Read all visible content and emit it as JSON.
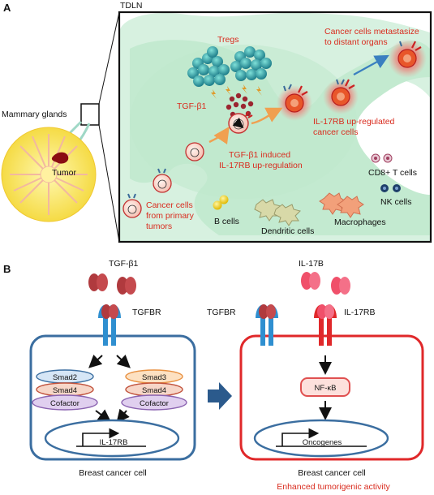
{
  "panel_a": {
    "letter": "A",
    "tdln": "TDLN",
    "mammary_glands": "Mammary glands",
    "tumor": "Tumor",
    "tregs": "Tregs",
    "tgf_b1": "TGF-β1",
    "metastasize_line1": "Cancer cells metastasize",
    "metastasize_line2": "to distant organs",
    "upreg_line1": "IL-17RB up-regulated",
    "upreg_line2": "cancer cells",
    "induced_line1": "TGF-β1 induced",
    "induced_line2": "IL-17RB up-regulation",
    "primary_line1": "Cancer cells",
    "primary_line2": "from primary",
    "primary_line3": "tumors",
    "b_cells": "B cells",
    "dendritic_cells": "Dendritic cells",
    "macrophages": "Macrophages",
    "cd8": "CD8+ T cells",
    "nk": "NK cells"
  },
  "panel_b": {
    "letter": "B",
    "left": {
      "ligand": "TGF-β1",
      "receptor": "TGFBR",
      "smad2": "Smad2",
      "smad4a": "Smad4",
      "cofactor_a": "Cofactor",
      "smad3": "Smad3",
      "smad4b": "Smad4",
      "cofactor_b": "Cofactor",
      "gene": "IL-17RB",
      "cell": "Breast cancer cell"
    },
    "right": {
      "ligand": "IL-17B",
      "receptor_a": "TGFBR",
      "receptor_b": "IL-17RB",
      "nfkb": "NF-κB",
      "gene": "Oncogenes",
      "cell": "Breast cancer cell",
      "activity": "Enhanced tumorigenic activity"
    }
  },
  "colors": {
    "red": "#d92b1e",
    "blue_receptor": "#2f8fd0",
    "cell_outline_blue": "#3b6ea0",
    "cell_outline_red": "#e0282a",
    "lymph_green": "#c9ecd6",
    "dark_red_ligand": "#b03a3e",
    "pink_ligand": "#f0506a"
  }
}
